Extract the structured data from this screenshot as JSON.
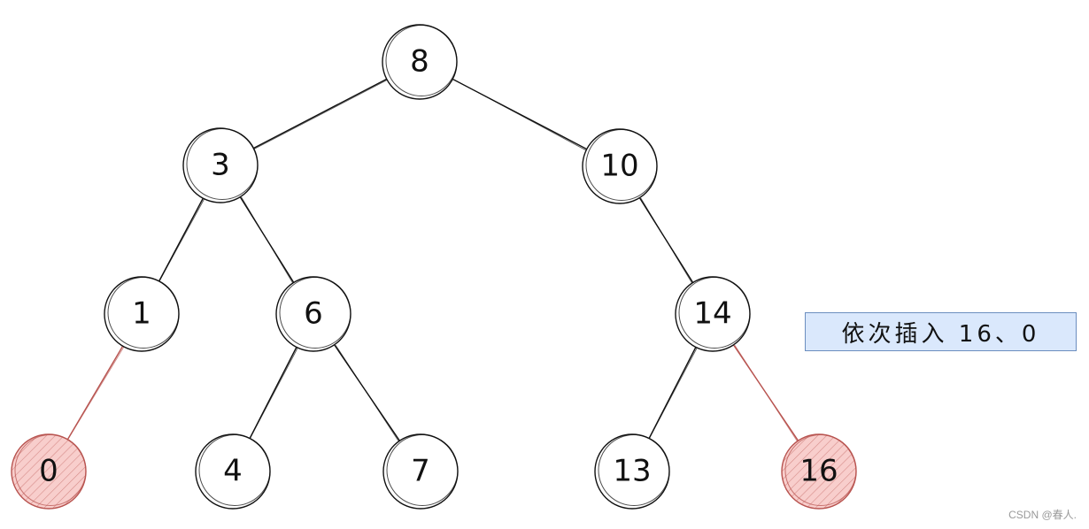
{
  "tree": {
    "nodes": [
      {
        "id": "n8",
        "label": "8",
        "highlight": false
      },
      {
        "id": "n3",
        "label": "3",
        "highlight": false
      },
      {
        "id": "n10",
        "label": "10",
        "highlight": false
      },
      {
        "id": "n1",
        "label": "1",
        "highlight": false
      },
      {
        "id": "n6",
        "label": "6",
        "highlight": false
      },
      {
        "id": "n14",
        "label": "14",
        "highlight": false
      },
      {
        "id": "n0",
        "label": "0",
        "highlight": true
      },
      {
        "id": "n4",
        "label": "4",
        "highlight": false
      },
      {
        "id": "n7",
        "label": "7",
        "highlight": false
      },
      {
        "id": "n13",
        "label": "13",
        "highlight": false
      },
      {
        "id": "n16",
        "label": "16",
        "highlight": true
      }
    ],
    "edges": [
      {
        "from": "n8",
        "to": "n3",
        "highlight": false
      },
      {
        "from": "n8",
        "to": "n10",
        "highlight": false
      },
      {
        "from": "n3",
        "to": "n1",
        "highlight": false
      },
      {
        "from": "n3",
        "to": "n6",
        "highlight": false
      },
      {
        "from": "n10",
        "to": "n14",
        "highlight": false
      },
      {
        "from": "n1",
        "to": "n0",
        "highlight": true
      },
      {
        "from": "n6",
        "to": "n4",
        "highlight": false
      },
      {
        "from": "n6",
        "to": "n7",
        "highlight": false
      },
      {
        "from": "n14",
        "to": "n13",
        "highlight": false
      },
      {
        "from": "n14",
        "to": "n16",
        "highlight": true
      }
    ]
  },
  "note": {
    "text": "依次插入 16、0"
  },
  "watermark": {
    "text": "CSDN @春人."
  },
  "colors": {
    "node_stroke": "#111111",
    "edge": "#111111",
    "highlight_stroke": "#b85450",
    "highlight_fill": "#f8cecc",
    "note_fill": "#dae8fc",
    "note_border": "#6c8ebf"
  }
}
